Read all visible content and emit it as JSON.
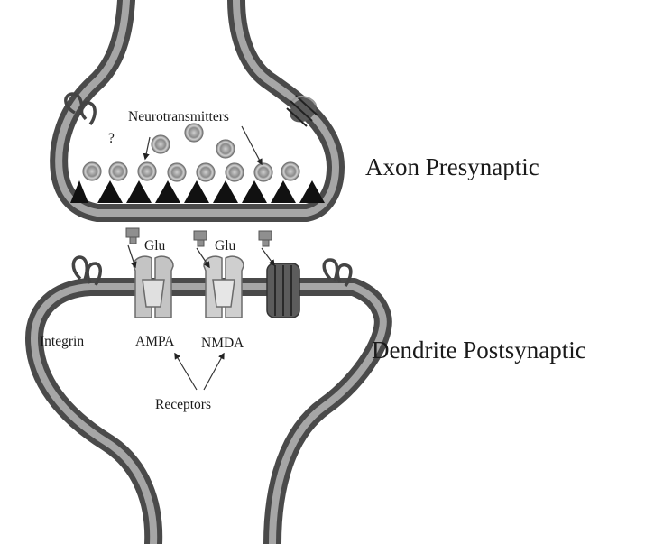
{
  "labels": {
    "neurotransmitters": "Neurotransmitters",
    "question_mark": "?",
    "axon": "Axon Presynaptic",
    "glu_left": "Glu",
    "glu_right": "Glu",
    "integrin": "Integrin",
    "ampa": "AMPA",
    "nmda": "NMDA",
    "receptors": "Receptors",
    "dendrite": "Dendrite Postsynaptic"
  },
  "colors": {
    "membrane_outer": "#4a4a4a",
    "membrane_inner": "#a6a6a6",
    "vesicle": "#b5b5b5",
    "receptor": "#c4c4c4",
    "dark": "#111111"
  }
}
